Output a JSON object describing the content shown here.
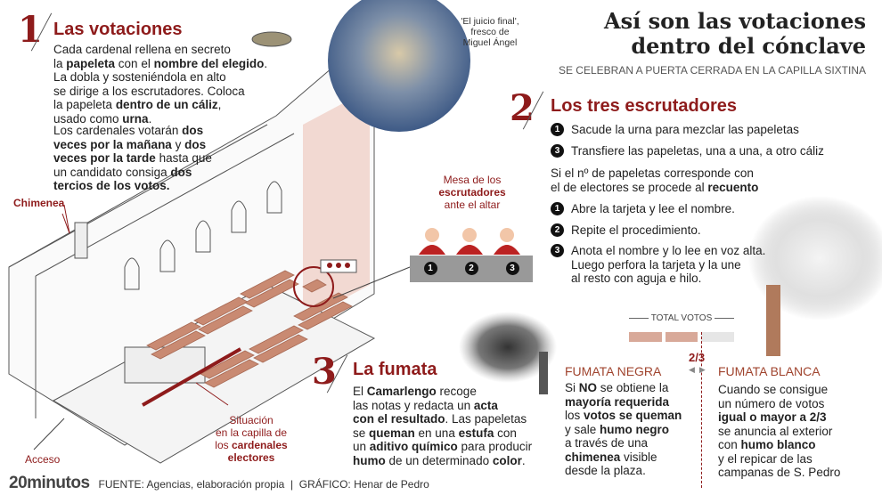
{
  "header": {
    "title_line1": "Así son las votaciones",
    "title_line2": "dentro del cónclave",
    "subtitle": "SE CELEBRAN A PUERTA CERRADA EN LA CAPILLA SIXTINA"
  },
  "fresco_caption": [
    "'El juicio final',",
    "fresco de",
    "Miguel Ángel"
  ],
  "section1": {
    "number": "1",
    "title": "Las votaciones",
    "para1": [
      {
        "t": "Cada cardenal rellena en secreto\nla "
      },
      {
        "t": "papeleta",
        "b": true
      },
      {
        "t": " con el "
      },
      {
        "t": "nombre del elegido",
        "b": true
      },
      {
        "t": ".\nLa dobla y sosteniéndola en alto\nse dirige a los escrutadores. Coloca\nla papeleta "
      },
      {
        "t": "dentro de un cáliz",
        "b": true
      },
      {
        "t": ",\nusado como "
      },
      {
        "t": "urna",
        "b": true
      },
      {
        "t": "."
      }
    ],
    "para2": [
      {
        "t": "Los cardenales votarán "
      },
      {
        "t": "dos\nveces por la mañana",
        "b": true
      },
      {
        "t": " y "
      },
      {
        "t": "dos\nveces por la tarde",
        "b": true
      },
      {
        "t": " hasta que\nun candidato consiga "
      },
      {
        "t": "dos\ntercios de los votos.",
        "b": true
      }
    ]
  },
  "section2": {
    "number": "2",
    "title": "Los tres escrutadores",
    "steps_a": [
      {
        "n": "1",
        "text": "Sacude la urna para mezclar las papeletas"
      },
      {
        "n": "3",
        "text": "Transfiere las papeletas, una a una, a otro cáliz"
      }
    ],
    "para": [
      {
        "t": "Si el nº de papeletas corresponde con\nel de electores se procede al "
      },
      {
        "t": "recuento",
        "b": true
      }
    ],
    "steps_b": [
      {
        "n": "1",
        "text": "Abre la tarjeta y lee el nombre."
      },
      {
        "n": "2",
        "text": "Repite el procedimiento."
      },
      {
        "n": "3",
        "text": "Anota el nombre y lo lee en voz alta.\nLuego perfora la tarjeta y la une\nal resto con aguja e hilo."
      }
    ]
  },
  "diagram_labels": {
    "mesa": [
      {
        "t": "Mesa de los\n"
      },
      {
        "t": "escrutadores",
        "b": true,
        "r": true
      },
      {
        "t": "\nante el altar"
      }
    ],
    "chimenea": "Chimenea",
    "acceso": "Acceso",
    "situacion": [
      {
        "t": "Situación\nen la capilla de\nlos "
      },
      {
        "t": "cardenales\nelectores",
        "b": true
      }
    ],
    "scrutineers": [
      "1",
      "2",
      "3"
    ]
  },
  "section3": {
    "number": "3",
    "title": "La fumata",
    "para": [
      {
        "t": "El "
      },
      {
        "t": "Camarlengo",
        "b": true
      },
      {
        "t": " recoge\nlas notas y redacta un "
      },
      {
        "t": "acta\ncon el resultado",
        "b": true
      },
      {
        "t": ". Las papeletas\nse "
      },
      {
        "t": "queman",
        "b": true
      },
      {
        "t": " en una "
      },
      {
        "t": "estufa",
        "b": true
      },
      {
        "t": " con\nun "
      },
      {
        "t": "aditivo químico",
        "b": true
      },
      {
        "t": " para producir\n"
      },
      {
        "t": "humo",
        "b": true
      },
      {
        "t": " de un determinado "
      },
      {
        "t": "color",
        "b": true
      },
      {
        "t": "."
      }
    ]
  },
  "votes": {
    "label": "TOTAL VOTOS",
    "threshold": "2/3",
    "threshold_fraction": 0.667
  },
  "fumata_negra": {
    "title": "FUMATA NEGRA",
    "para": [
      {
        "t": "Si "
      },
      {
        "t": "NO",
        "b": true
      },
      {
        "t": " se obtiene la\n"
      },
      {
        "t": "mayoría requerida",
        "b": true
      },
      {
        "t": "\nlos "
      },
      {
        "t": "votos se queman",
        "b": true
      },
      {
        "t": "\ny sale "
      },
      {
        "t": "humo negro",
        "b": true
      },
      {
        "t": "\na través de una\n"
      },
      {
        "t": "chimenea",
        "b": true
      },
      {
        "t": " visible\ndesde la plaza."
      }
    ]
  },
  "fumata_blanca": {
    "title": "FUMATA BLANCA",
    "para": [
      {
        "t": "Cuando se consigue\nun número de votos\n"
      },
      {
        "t": "igual o mayor a 2/3",
        "b": true
      },
      {
        "t": "\nse anuncia al exterior\ncon "
      },
      {
        "t": "humo blanco",
        "b": true
      },
      {
        "t": "\ny el repicar de las\ncampanas de S. Pedro"
      }
    ]
  },
  "footer": {
    "brand": "20minutos",
    "credits": "FUENTE: Agencias, elaboración propia  |  GRÁFICO: Henar de Pedro"
  },
  "colors": {
    "accent": "#8e1b1b",
    "bench": "#c98a72",
    "wall": "#f2d9d2"
  }
}
